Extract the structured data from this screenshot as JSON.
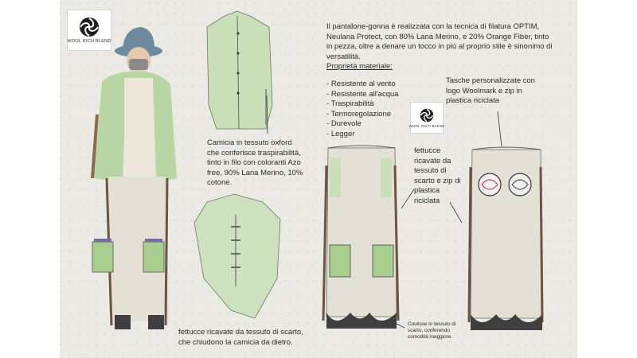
{
  "logo_text": "WOOL RICH BLEND",
  "intro_text": "Il pantalone-gonna è realizzata con la tecnica di filatura OPTIM, Neulana Protect, con 80% Lana Merino, e 20% Orange Fiber, tinto in pezza, oltre a denare un tocco in più al proprio stile è sinonimo di versatilità.",
  "material_properties_title": "Proprietà materiale:",
  "material_properties": [
    "Resistente al vento",
    "Resistente all'acqua",
    "Traspirabilità",
    "Termoregolazione",
    "Durevole",
    "Legger"
  ],
  "pockets_note": "Tasche personalizzate con logo Woolmark e zip in plastica riciclata",
  "shirt_note": "Camicia in tessuto oxford che conferisce traspirabilità, tinto in filo con coloranti Azo free, 90% Lana Merino, 10% cotone.",
  "strips_note_pants": "fettucce ricavate da tessuto di scarto e zip di plastica riciclata",
  "strips_note_shirt": "fettucce  ricavate da tessuto di scarto, che chiudono la camicia da dietro.",
  "drawstring_note": "Coulisse in tessuto di scarto, conferendo comodità maggiore.",
  "colors": {
    "paper": "#eceae4",
    "garment_green": "#b8d6a3",
    "pocket_green": "#a9cf8f",
    "pants_beige": "#e4e0d6",
    "strap_brown": "#6b5443",
    "hat_blue": "#6f8a9e"
  }
}
